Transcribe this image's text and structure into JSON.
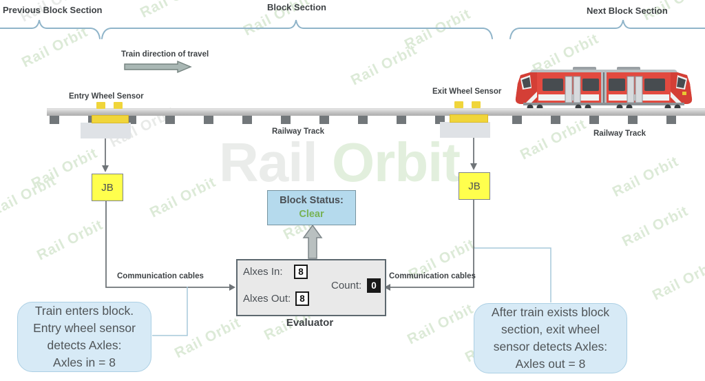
{
  "watermark": {
    "text": "Rail Orbit",
    "rail": "Rail",
    "orbit": "Orbit"
  },
  "sections": {
    "previous": "Previous Block Section",
    "current": "Block Section",
    "next": "Next Block Section"
  },
  "direction_label": "Train direction of travel",
  "sensors": {
    "entry": "Entry Wheel Sensor",
    "exit": "Exit Wheel Sensor"
  },
  "track": {
    "label_left": "Railway Track",
    "label_right": "Railway Track"
  },
  "junction_boxes": {
    "left": "JB",
    "right": "JB"
  },
  "cables": {
    "left": "Communication cables",
    "right": "Communication cables"
  },
  "block_status": {
    "title": "Block Status:",
    "value": "Clear"
  },
  "evaluator": {
    "title": "Evaluator",
    "axles_in_label": "Alxes In:",
    "axles_in_value": "8",
    "axles_out_label": "Alxes Out:",
    "axles_out_value": "8",
    "count_label": "Count:",
    "count_value": "0"
  },
  "callouts": {
    "left": "Train enters block.\nEntry wheel sensor\ndetects Axles:\nAxles in = 8",
    "right": "After train exists block\nsection, exit wheel\nsensor detects Axles:\nAxles out = 8"
  },
  "colors": {
    "brace_blue": "#8fb4c9",
    "status_clear_green": "#77b255",
    "jb_yellow": "#ffff4d",
    "status_fill": "#b5daed",
    "bubble_fill": "#d7eaf6",
    "sensor_yellow": "#f0d53a",
    "train_red": "#e24a40"
  }
}
